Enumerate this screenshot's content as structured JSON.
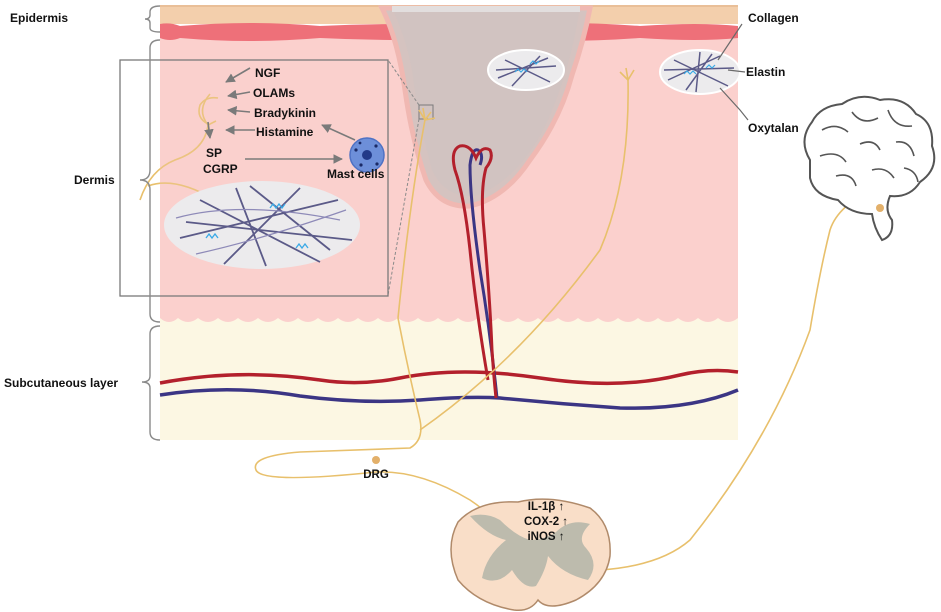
{
  "layers": {
    "epidermis": "Epidermis",
    "dermis": "Dermis",
    "subcutaneous": "Subcutaneous layer"
  },
  "fibers": {
    "collagen": "Collagen",
    "elastin": "Elastin",
    "oxytalan": "Oxytalan"
  },
  "mediators": {
    "ngf": "NGF",
    "olams": "OLAMs",
    "bradykinin": "Bradykinin",
    "histamine": "Histamine",
    "sp": "SP",
    "cgrp": "CGRP",
    "mast_cells": "Mast cells"
  },
  "nerve": {
    "drg": "DRG"
  },
  "spinal_cord": {
    "marker_1": "IL-1β ↑",
    "marker_2": "COX-2 ↑",
    "marker_3": "iNOS ↑"
  },
  "colors": {
    "epidermis_top": "#f3cfac",
    "epidermis_red": "#ee7079",
    "dermis": "#fbd0cd",
    "subcutaneous": "#fcf7e3",
    "artery": "#b3202c",
    "vein": "#3b3584",
    "nerve": "#e8c06c",
    "spinal_cord": "#f9dec8",
    "gray_matter": "#bdbbad"
  }
}
